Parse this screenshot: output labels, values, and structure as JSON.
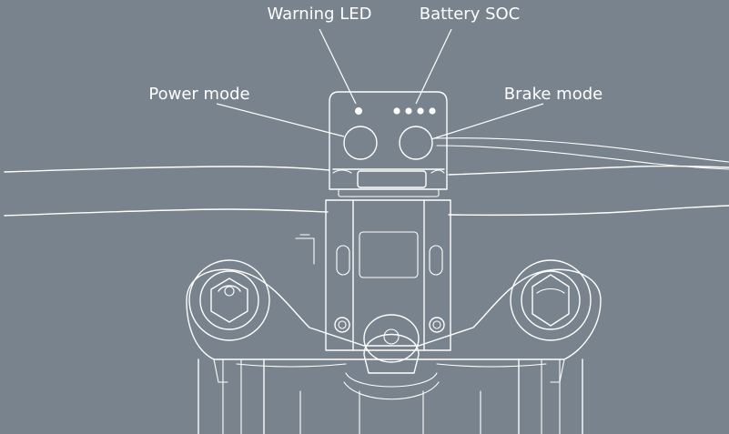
{
  "labels": {
    "warning_led": "Warning LED",
    "battery_soc": "Battery SOC",
    "power_mode": "Power mode",
    "brake_mode": "Brake mode"
  },
  "battery_soc_dots": 4,
  "colors": {
    "background": "#78838d",
    "line": "#ffffff"
  }
}
